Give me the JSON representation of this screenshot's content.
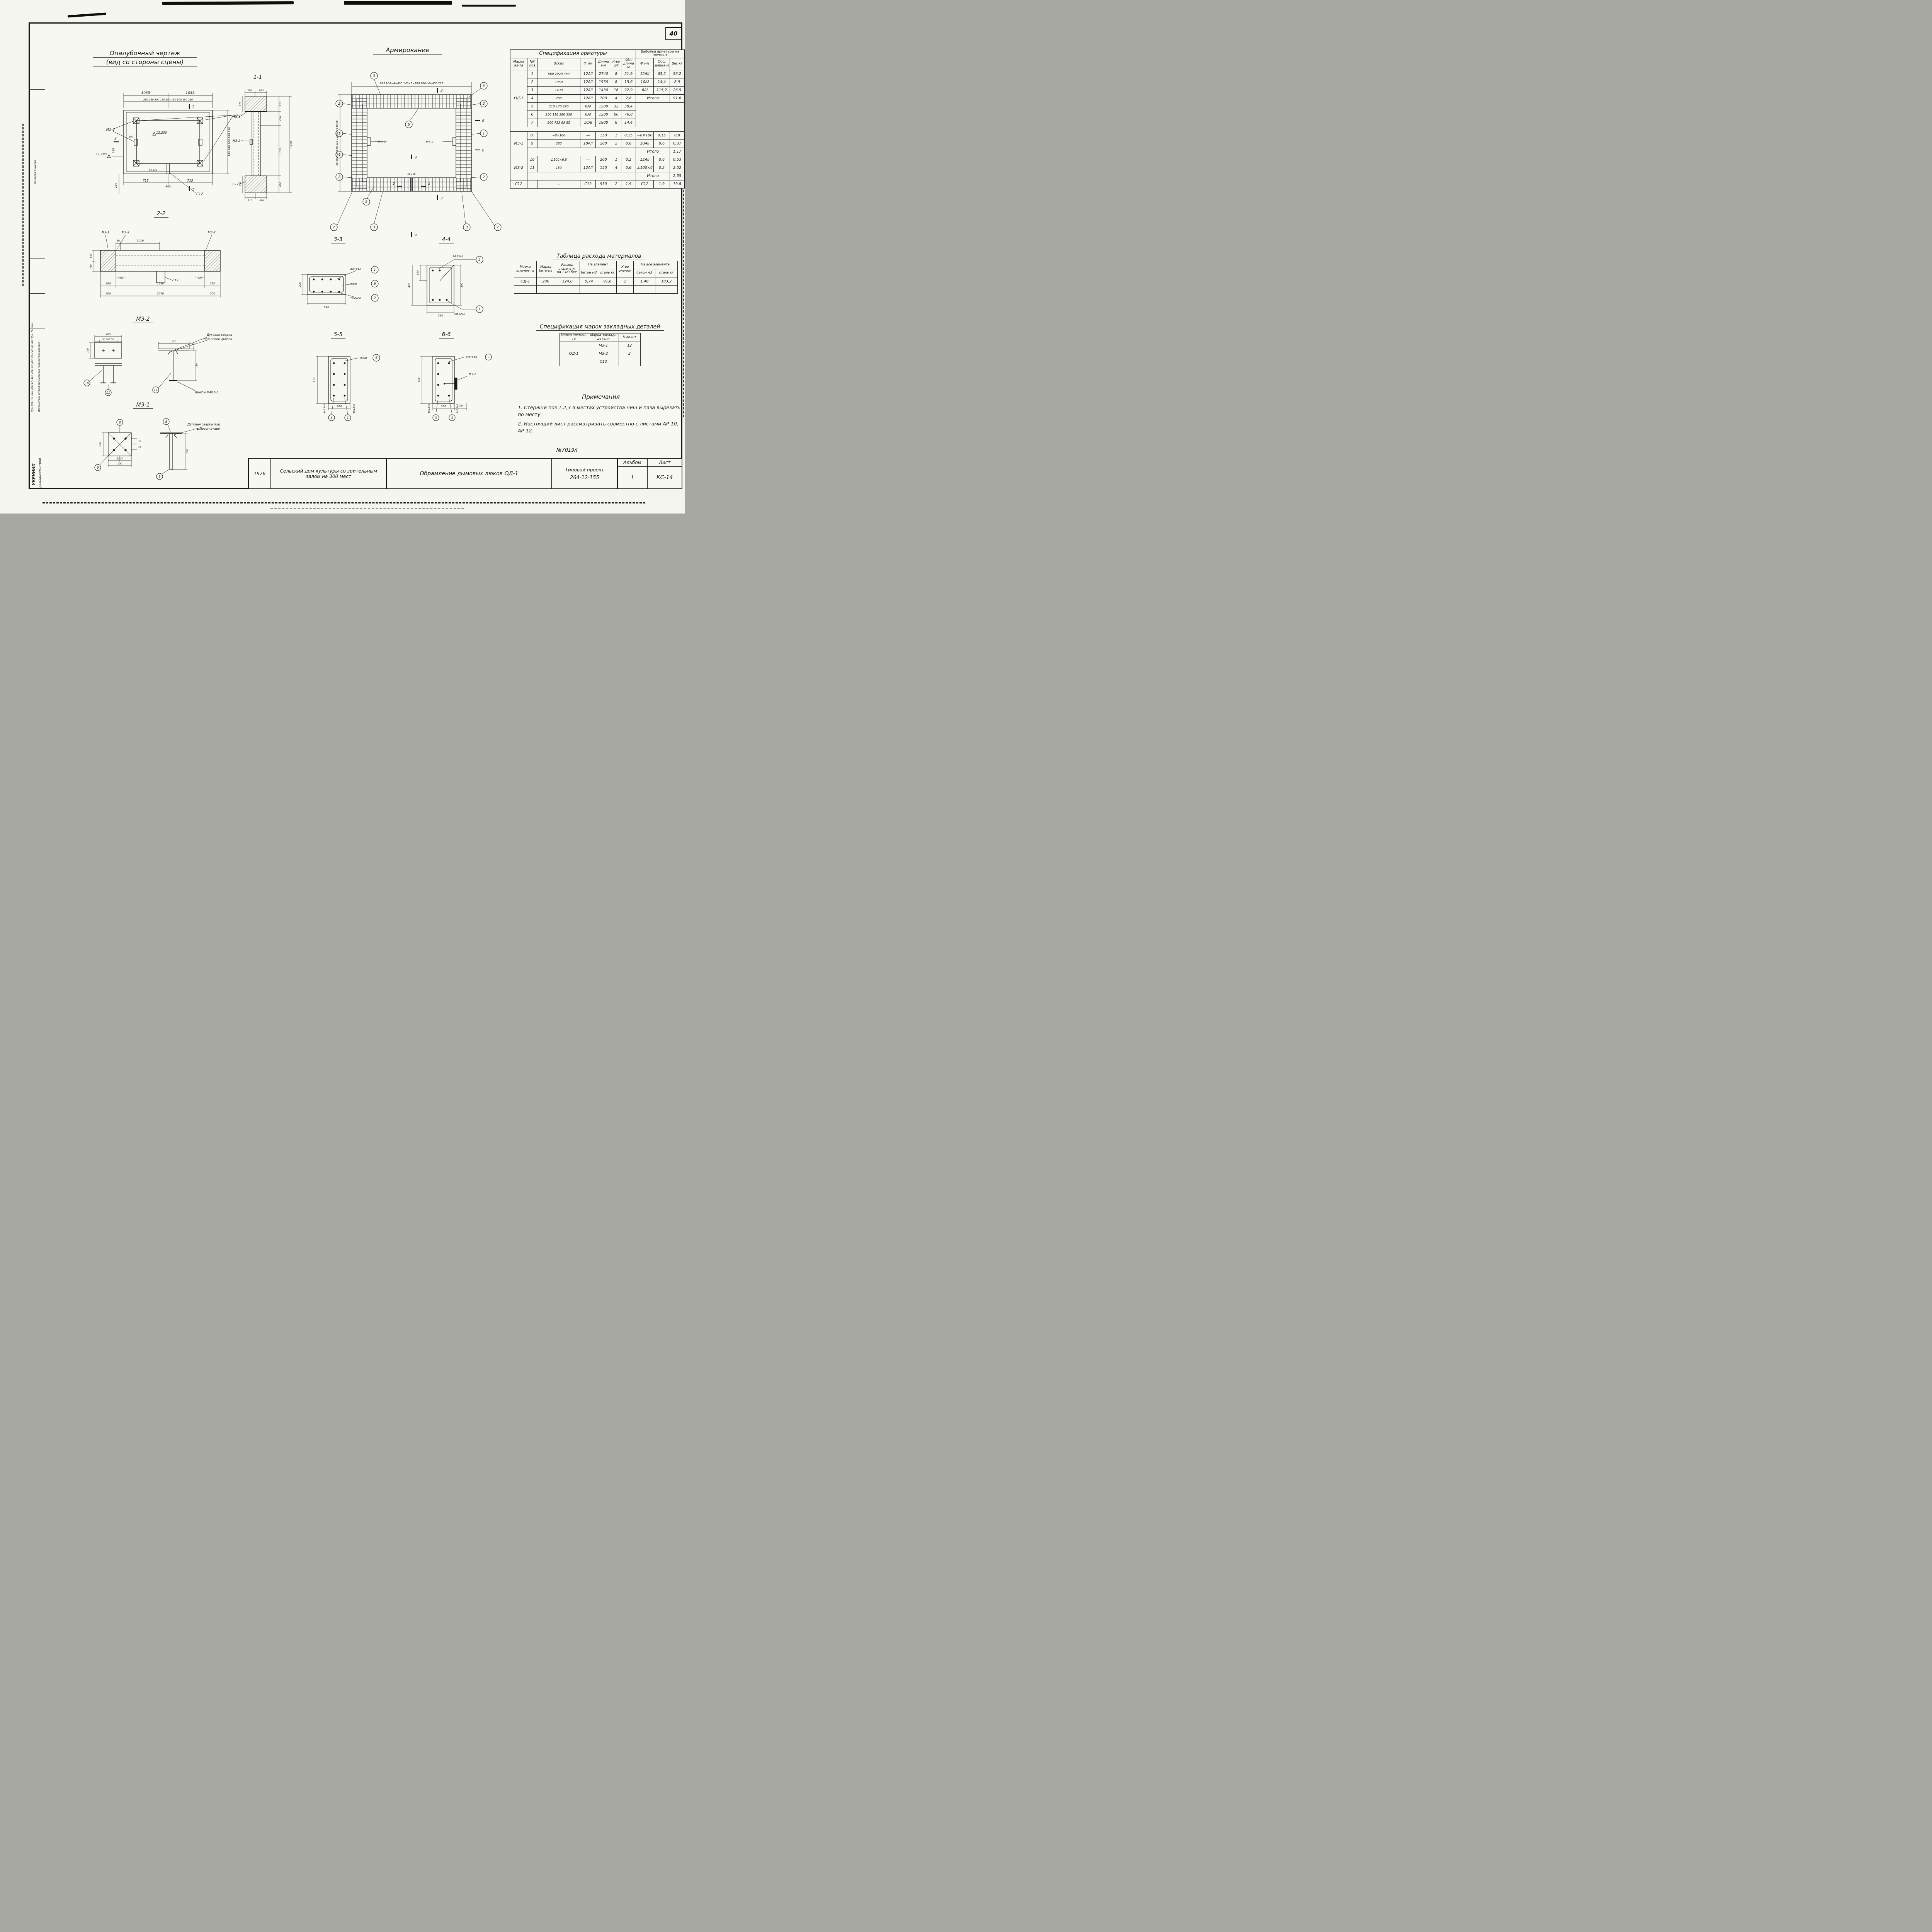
{
  "page": {
    "number": "40",
    "doc_number": "№7019/I"
  },
  "stamp": {
    "org_line1": "УКРНИИП",
    "org_line2": "граждансельстрой",
    "col_roles": "Рук. отд.  Гл. инж. отд.  Гл. арх. отд.  Гл. арх. пр.  Рук. гр. арх.  Рук. гр. инж.",
    "col_names": "Исполнитель  Штейнберг  Нестеров  Разработал  Проверил",
    "col_top": "Жилкова  Химкова"
  },
  "drawings": {
    "formwork": {
      "title": "Опалубочный чертеж",
      "subtitle": "(вид со стороны сцены)",
      "dim_1035a": "1035",
      "dim_1035b": "1035",
      "chain_top": "260 150 300 150 350 150 300 150 260",
      "chain_right": "190  300  300  300  190",
      "dim_715a": "715",
      "dim_840": "840",
      "dim_715b": "715",
      "dim_230": "230",
      "dim_250": "250",
      "elev_top": "12,200",
      "elev_left": "11,480",
      "dim_100": "100",
      "dim_50_330": "50 330",
      "m31": "МЗ-1",
      "m32": "МЗ-2",
      "c12": "С12",
      "cut1": "1",
      "cut2": "2"
    },
    "s11": {
      "title": "1-1",
      "dim_310": "310",
      "dim_200": "200",
      "dim_170": "170",
      "seg1": "220",
      "seg2": "420",
      "seg3": "1050",
      "seg4": "420",
      "total": "1490",
      "dim_500": "500",
      "dim_510": "510",
      "dim_450": "450",
      "m31": "МЗ-1",
      "m32": "МЗ-2",
      "c12": "С12"
    },
    "reinf": {
      "title": "Армирование",
      "chain_top": "285   100×4=400   140×5=700   100×4=400   285",
      "chain_left": "80   180×3=540   250   120×3=540   80",
      "dim_50_100": "50 100",
      "m32": "МЗ-2",
      "cut3": "3",
      "cut4": "4",
      "cut5": "5",
      "cut6": "б",
      "b1": "1",
      "b2": "2",
      "b3": "3",
      "b4": "4",
      "b5": "5",
      "b6": "6",
      "b7": "7"
    },
    "s22": {
      "title": "2-2",
      "m31": "МЗ-1",
      "m32": "МЗ-2",
      "c12": "С12",
      "dim_50": "50",
      "dim_1010": "1010",
      "dim_100": "100",
      "dim_510": "510",
      "dim_450": "450",
      "c260": "260",
      "c1550": "1550",
      "c500": "500",
      "c2070": "2070"
    },
    "m32": {
      "title": "МЗ-2",
      "dim_200": "200",
      "chain": "50 100 50",
      "dim_100": "100",
      "dim_130": "130",
      "dim_45": "45",
      "dim_150": "150",
      "b10": "10",
      "b11": "11",
      "note1a": "Дуговая сварка",
      "note1b": "под слоем флюса",
      "note2": "Шайбы Ф40 δ-5"
    },
    "m31": {
      "title": "МЗ-1",
      "dim_130": "130",
      "chain": "50 50",
      "dim_100": "100",
      "dim_35": "35",
      "dim_15": "15",
      "dim_280": "280",
      "b8": "8",
      "b9": "9",
      "note_a": "Дуговая сварка под",
      "note_b": "флюсом втавр"
    },
    "s33": {
      "title": "3-3",
      "label_top": "4Ф12АII",
      "label_mid": "Ф6АI",
      "label_bot": "4Ф12АII",
      "b1": "1",
      "b6": "6",
      "b2": "2",
      "dim_220": "220",
      "dim_510": "510"
    },
    "s44": {
      "title": "4-4",
      "label_top": "2Ф12АII",
      "label_bot": "3Ф12АII",
      "b2": "2",
      "b1": "1",
      "dim_120": "120",
      "dim_470": "470",
      "dim_300": "300",
      "dim_510": "510"
    },
    "s55": {
      "title": "5-5",
      "label_top": "Ф6АI",
      "b5": "5",
      "label_left": "4Ф12АII",
      "b3": "3",
      "label_right": "4Ф12АII",
      "b1": "1",
      "dim_510": "510",
      "dim_260": "260"
    },
    "s66": {
      "title": "6-6",
      "label_top": "2Ф12АII",
      "b_top": "3",
      "m32": "МЗ-2",
      "label_left": "4Ф12АII",
      "b_left": "3",
      "label_right": "2Ф12АII",
      "b_right": "4",
      "dim_510": "510",
      "dim_260": "260",
      "dim_100": "100"
    }
  },
  "spec_table": {
    "title": "Спецификация арматуры",
    "title_right": "Выборка армату­ры на элемент",
    "h_mark": "Марка эл-та",
    "h_pos": "NN поз",
    "h_sketch": "Эскиз",
    "h_dia": "Ф мм",
    "h_len": "Длина мм",
    "h_qty": "К-во шт",
    "h_total": "Общ длина м",
    "h_dia2": "Ф мм",
    "h_total2": "Общ длина м",
    "h_weight": "Вес кг",
    "rows": [
      [
        {
          "t": "ОД-1",
          "rs": 7
        },
        "1",
        {
          "t": "560  2020  380",
          "cls": "sk"
        },
        "12АII",
        "2740",
        "8",
        "21,9",
        "12АII",
        "63,2",
        "56,2"
      ],
      [
        "2",
        {
          "t": "1950",
          "cls": "sk"
        },
        "12АII",
        "1950",
        "8",
        "15,6",
        "10АI",
        "14,4",
        "8,9"
      ],
      [
        "3",
        {
          "t": "1430",
          "cls": "sk"
        },
        "12АII",
        "1430",
        "16",
        "22,9",
        "6АI",
        "115,2",
        "26,5"
      ],
      [
        "4",
        {
          "t": "700",
          "cls": "sk"
        },
        "12АII",
        "700",
        "4",
        "2,8",
        {
          "t": "Итого",
          "cs": 2,
          "cls": "itogo"
        },
        "91,6"
      ],
      [
        "5",
        {
          "t": "210  170  290",
          "cls": "sk"
        },
        "6АI",
        "1200",
        "32",
        "38,4",
        {
          "t": "",
          "cs": 3,
          "rs": 3
        }
      ],
      [
        "6",
        {
          "t": "250  118  390  350",
          "cls": "sk"
        },
        "6АI",
        "1280",
        "60",
        "76,8"
      ],
      [
        "7",
        {
          "t": "200  735  65  85",
          "cls": "sk"
        },
        "10АI",
        "1800",
        "8",
        "14,4"
      ],
      [
        {
          "t": "",
          "cs": 10,
          "cls": "gap"
        }
      ],
      [
        {
          "t": "МЗ-1",
          "rs": 3
        },
        "8.",
        {
          "t": "−8×100",
          "cls": "sk"
        },
        "—",
        "150",
        "1",
        "0,15",
        "−8×100",
        "0,15",
        "0,8"
      ],
      [
        "9",
        {
          "t": "280",
          "cls": "sk"
        },
        "10АII",
        "280",
        "2",
        "0,6",
        "10АII",
        "0,6",
        "0,37"
      ],
      [
        {
          "t": "",
          "cs": 6
        },
        {
          "t": "Итого",
          "cs": 2,
          "cls": "itogo"
        },
        "1,17"
      ],
      [
        {
          "t": "МЗ-2",
          "rs": 3
        },
        "10",
        {
          "t": "∠100×6,5",
          "cls": "sk"
        },
        "—",
        "200",
        "1",
        "0,2",
        "12АII",
        "0,6",
        "0,53"
      ],
      [
        "11",
        {
          "t": "150",
          "cls": "sk"
        },
        "12АII",
        "150",
        "4",
        "0,6",
        "∠100×6",
        "0,2",
        "2,02"
      ],
      [
        {
          "t": "",
          "cs": 6
        },
        {
          "t": "Итого",
          "cs": 2,
          "cls": "itogo"
        },
        "2,55"
      ],
      [
        "С12",
        "—",
        {
          "t": "—",
          "cls": "sk"
        },
        "С12",
        "950",
        "2",
        "1,9",
        "С12",
        "1,9",
        "19,8"
      ]
    ]
  },
  "materials_table": {
    "title": "Таблица расхода материалов",
    "h_mark": "Марка элемен-та",
    "h_concrete": "Марка бето-на",
    "h_steel": "Расход стали в кг на 1 м3 бет.",
    "h_per": "На элемент",
    "h_qty": "К-во элемен",
    "h_all": "На все элементы",
    "h_conc_m3": "бетон м3",
    "h_steel_kg": "сталь кг",
    "rows": [
      [
        "ОД-1",
        "200",
        "124,0",
        "0,74",
        "91,6",
        "2",
        "1,48",
        "183,2"
      ],
      [
        "",
        "",
        "",
        "",
        "",
        "",
        "",
        ""
      ]
    ]
  },
  "embedded_table": {
    "title": "Спецификация марок закладных деталей",
    "h_mark": "Марка элемен-та",
    "h_detail": "Марка закладн детали",
    "h_qty": "К-во шт",
    "rows": [
      [
        {
          "t": "ОД-1",
          "rs": 3
        },
        "МЗ-1",
        "12"
      ],
      [
        "МЗ-2",
        "2"
      ],
      [
        "С12",
        "—"
      ]
    ]
  },
  "notes": {
    "title": "Примечания",
    "n1": "1. Стержни поз 1,2,3 в местах устройства ниш и паза вырезать по месту",
    "n2": "2. Настоящий лист рассматривать совместно с листами АР-10, АР-12."
  },
  "title_block": {
    "year": "1976",
    "project": "Сельский дом культуры со зрительным залом на 300 мест",
    "sheet_title": "Обрамление дымовых люков ОД-1",
    "type_label": "Типовой проект",
    "type_number": "264-12-155",
    "album_label": "Альбом",
    "album_value": "I",
    "sheet_label": "Лист",
    "sheet_value": "КС-14"
  }
}
